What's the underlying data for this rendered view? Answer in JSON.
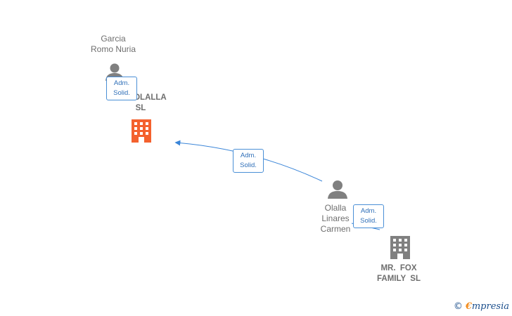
{
  "nodes": {
    "person_top": {
      "line1": "Garcia",
      "line2": "Romo Nuria"
    },
    "company_center": {
      "line1": "LOS OLALLA",
      "line2": "SL",
      "color": "#f4612e"
    },
    "person_right": {
      "line1": "Olalla",
      "line2": "Linares",
      "line3": "Carmen"
    },
    "company_bottom": {
      "line1": "MR.  FOX",
      "line2": "FAMILY  SL",
      "color": "#808080"
    }
  },
  "relations": {
    "top": {
      "line1": "Adm.",
      "line2": "Solid."
    },
    "middle": {
      "line1": "Adm.",
      "line2": "Solid."
    },
    "right": {
      "line1": "Adm.",
      "line2": "Solid."
    }
  },
  "colors": {
    "edge": "#3a85d8",
    "person": "#808080"
  },
  "watermark": {
    "symbol": "©",
    "e": "€",
    "text": "mpresia"
  }
}
